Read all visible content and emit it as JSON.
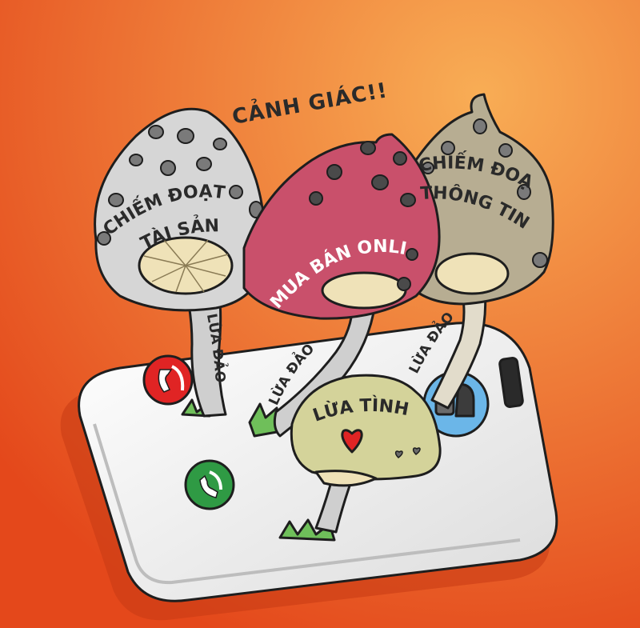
{
  "title": "CẢNH GIÁC!!",
  "mushrooms": {
    "left": {
      "label_line1": "CHIẾM ĐOẠT",
      "label_line2": "TÀI SẢN",
      "stem_label": "LỪA ĐẢO",
      "color": "#d6d6d6"
    },
    "center": {
      "label": "MUA BÁN ONLINE",
      "stem_label": "LỪA ĐẢO",
      "color": "#c9506b"
    },
    "right": {
      "label_line1": "CHIẾM ĐOẠT",
      "label_line2": "THÔNG TIN",
      "stem_label": "LỪA ĐẢO",
      "color": "#b7ad92"
    },
    "small": {
      "label": "LỪA TÌNH",
      "color": "#d4d39a",
      "icons": [
        "heart-icon",
        "small-heart-icon",
        "small-heart-icon"
      ]
    }
  },
  "phone": {
    "icons": [
      "phone-decline-icon",
      "phone-accept-icon",
      "contact-icon"
    ],
    "decline_color": "#e02424",
    "accept_color": "#2f9a44",
    "contact_color": "#6bb6e8"
  },
  "background": {
    "color_top": "#f7a24a",
    "color_bottom": "#e6501e"
  }
}
